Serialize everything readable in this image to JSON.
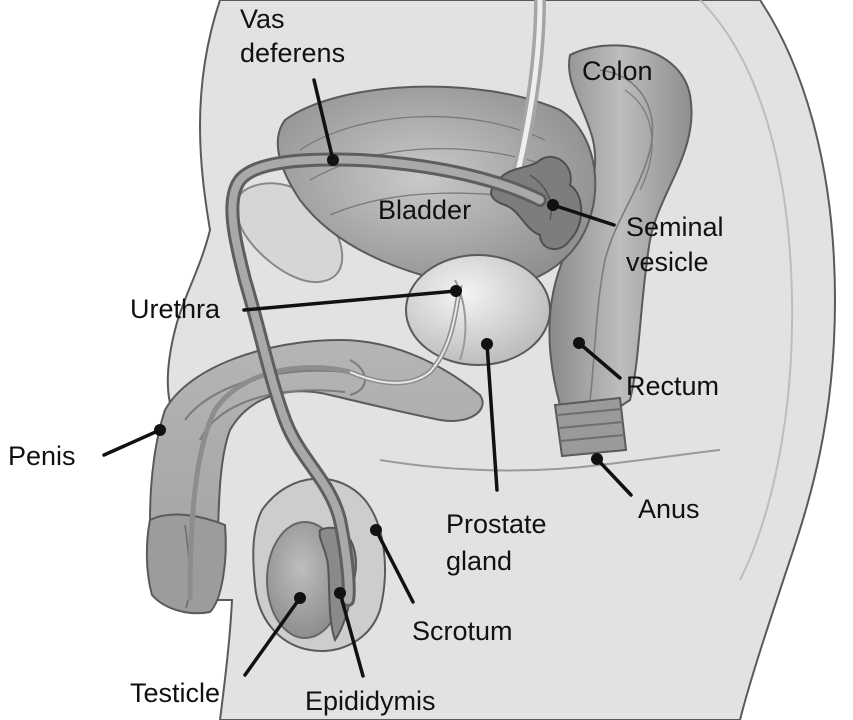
{
  "labels": {
    "vas_deferens_1": "Vas",
    "vas_deferens_2": "deferens",
    "colon": "Colon",
    "bladder": "Bladder",
    "seminal_vesicle_1": "Seminal",
    "seminal_vesicle_2": "vesicle",
    "urethra": "Urethra",
    "rectum": "Rectum",
    "penis": "Penis",
    "anus": "Anus",
    "prostate_gland_1": "Prostate",
    "prostate_gland_2": "gland",
    "scrotum": "Scrotum",
    "testicle": "Testicle",
    "epididymis": "Epididymis"
  }
}
